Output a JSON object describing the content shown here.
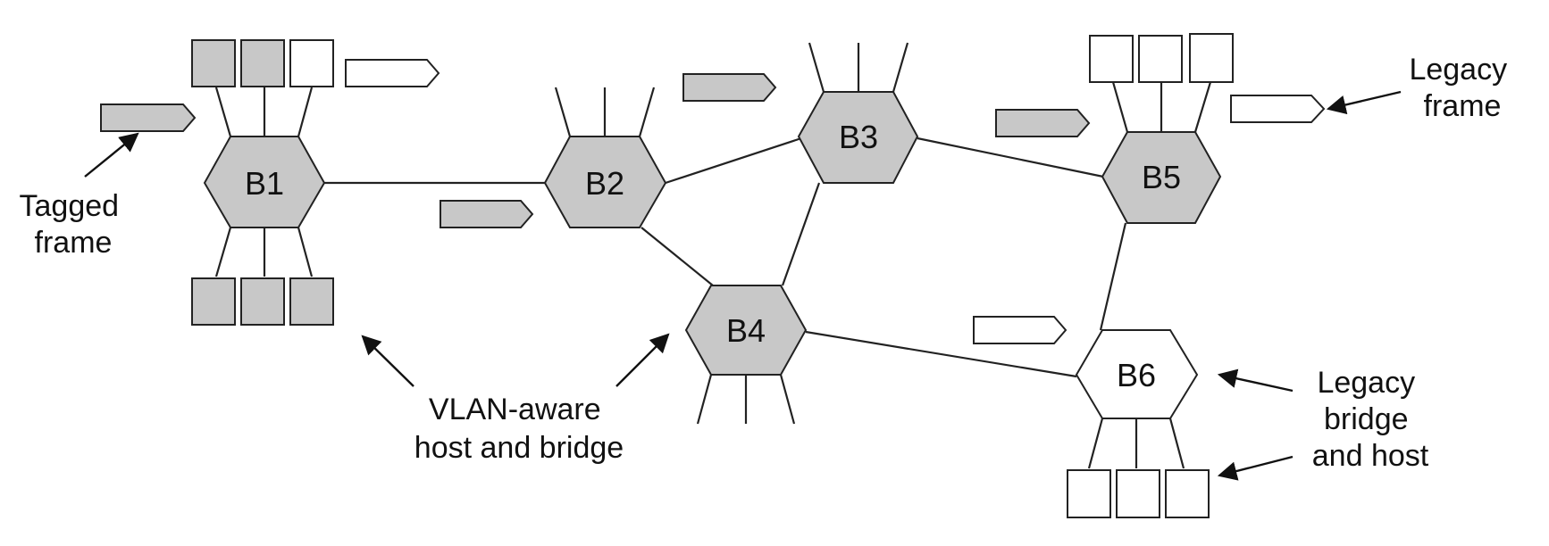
{
  "nodes": {
    "b1": "B1",
    "b2": "B2",
    "b3": "B3",
    "b4": "B4",
    "b5": "B5",
    "b6": "B6"
  },
  "captions": {
    "tagged_frame": [
      "Tagged",
      "frame"
    ],
    "legacy_frame": [
      "Legacy",
      "frame"
    ],
    "vlan_aware": [
      "VLAN-aware",
      "host and bridge"
    ],
    "legacy_bridge_host": [
      "Legacy",
      "bridge",
      "and host"
    ]
  },
  "colors": {
    "vlan_aware_fill": "#c8c8c8",
    "legacy_fill": "#ffffff",
    "stroke": "#222222"
  }
}
